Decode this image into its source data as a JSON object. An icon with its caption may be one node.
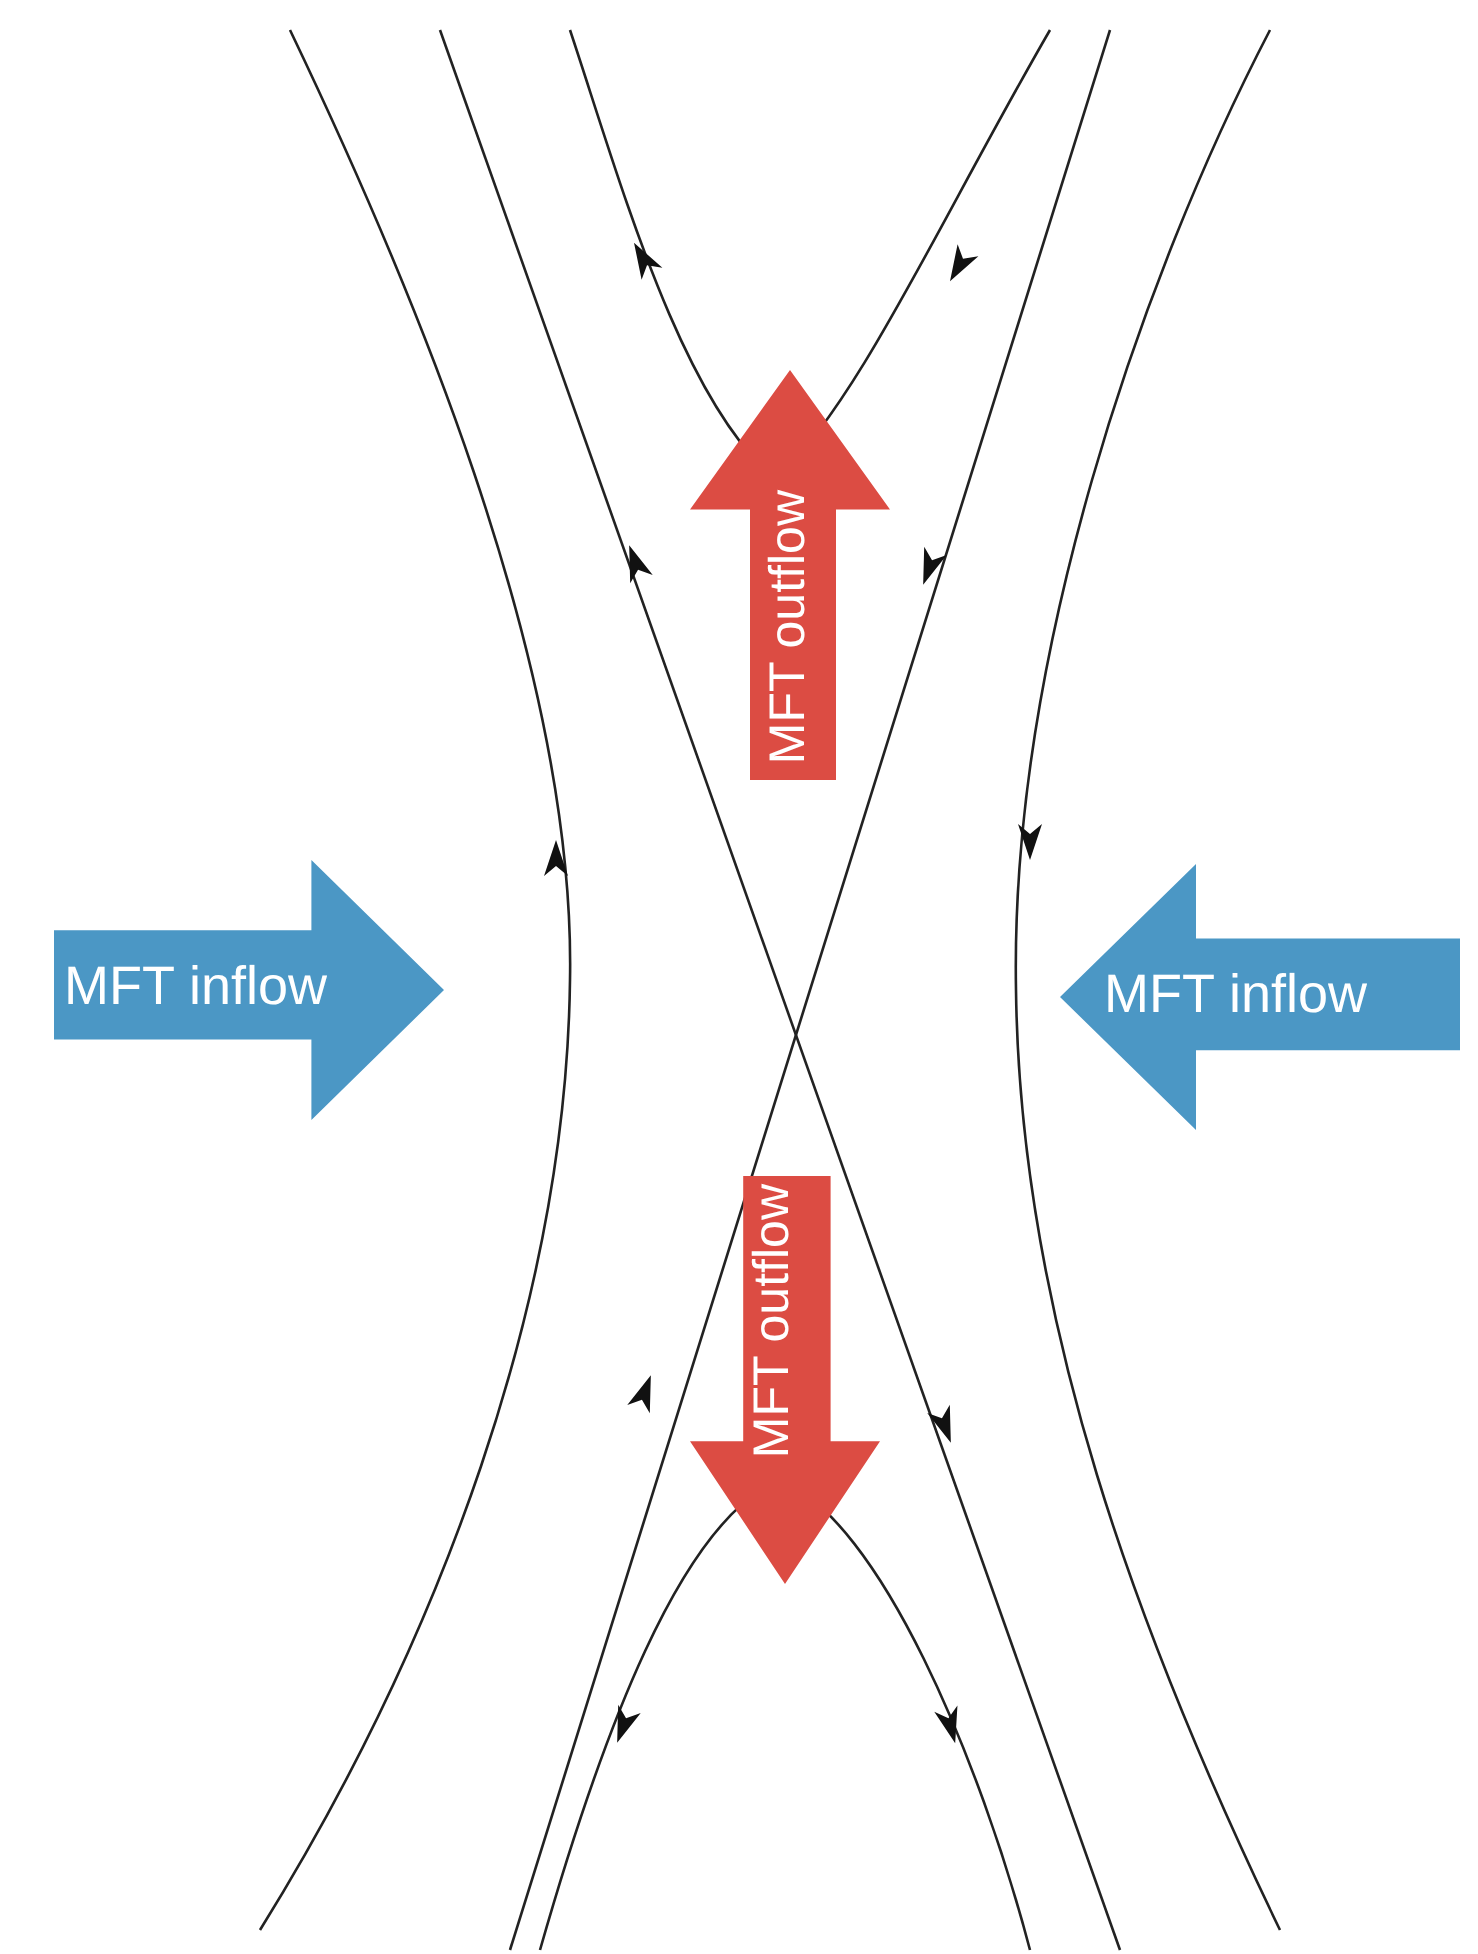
{
  "diagram": {
    "nodes": [
      {
        "text": [
          "MFT outflow"
        ]
      },
      {
        "text": [
          "MFT inflow"
        ]
      },
      {
        "text": [
          "MFT inflow"
        ]
      },
      {
        "text": [
          "MFT outflow"
        ]
      }
    ]
  }
}
